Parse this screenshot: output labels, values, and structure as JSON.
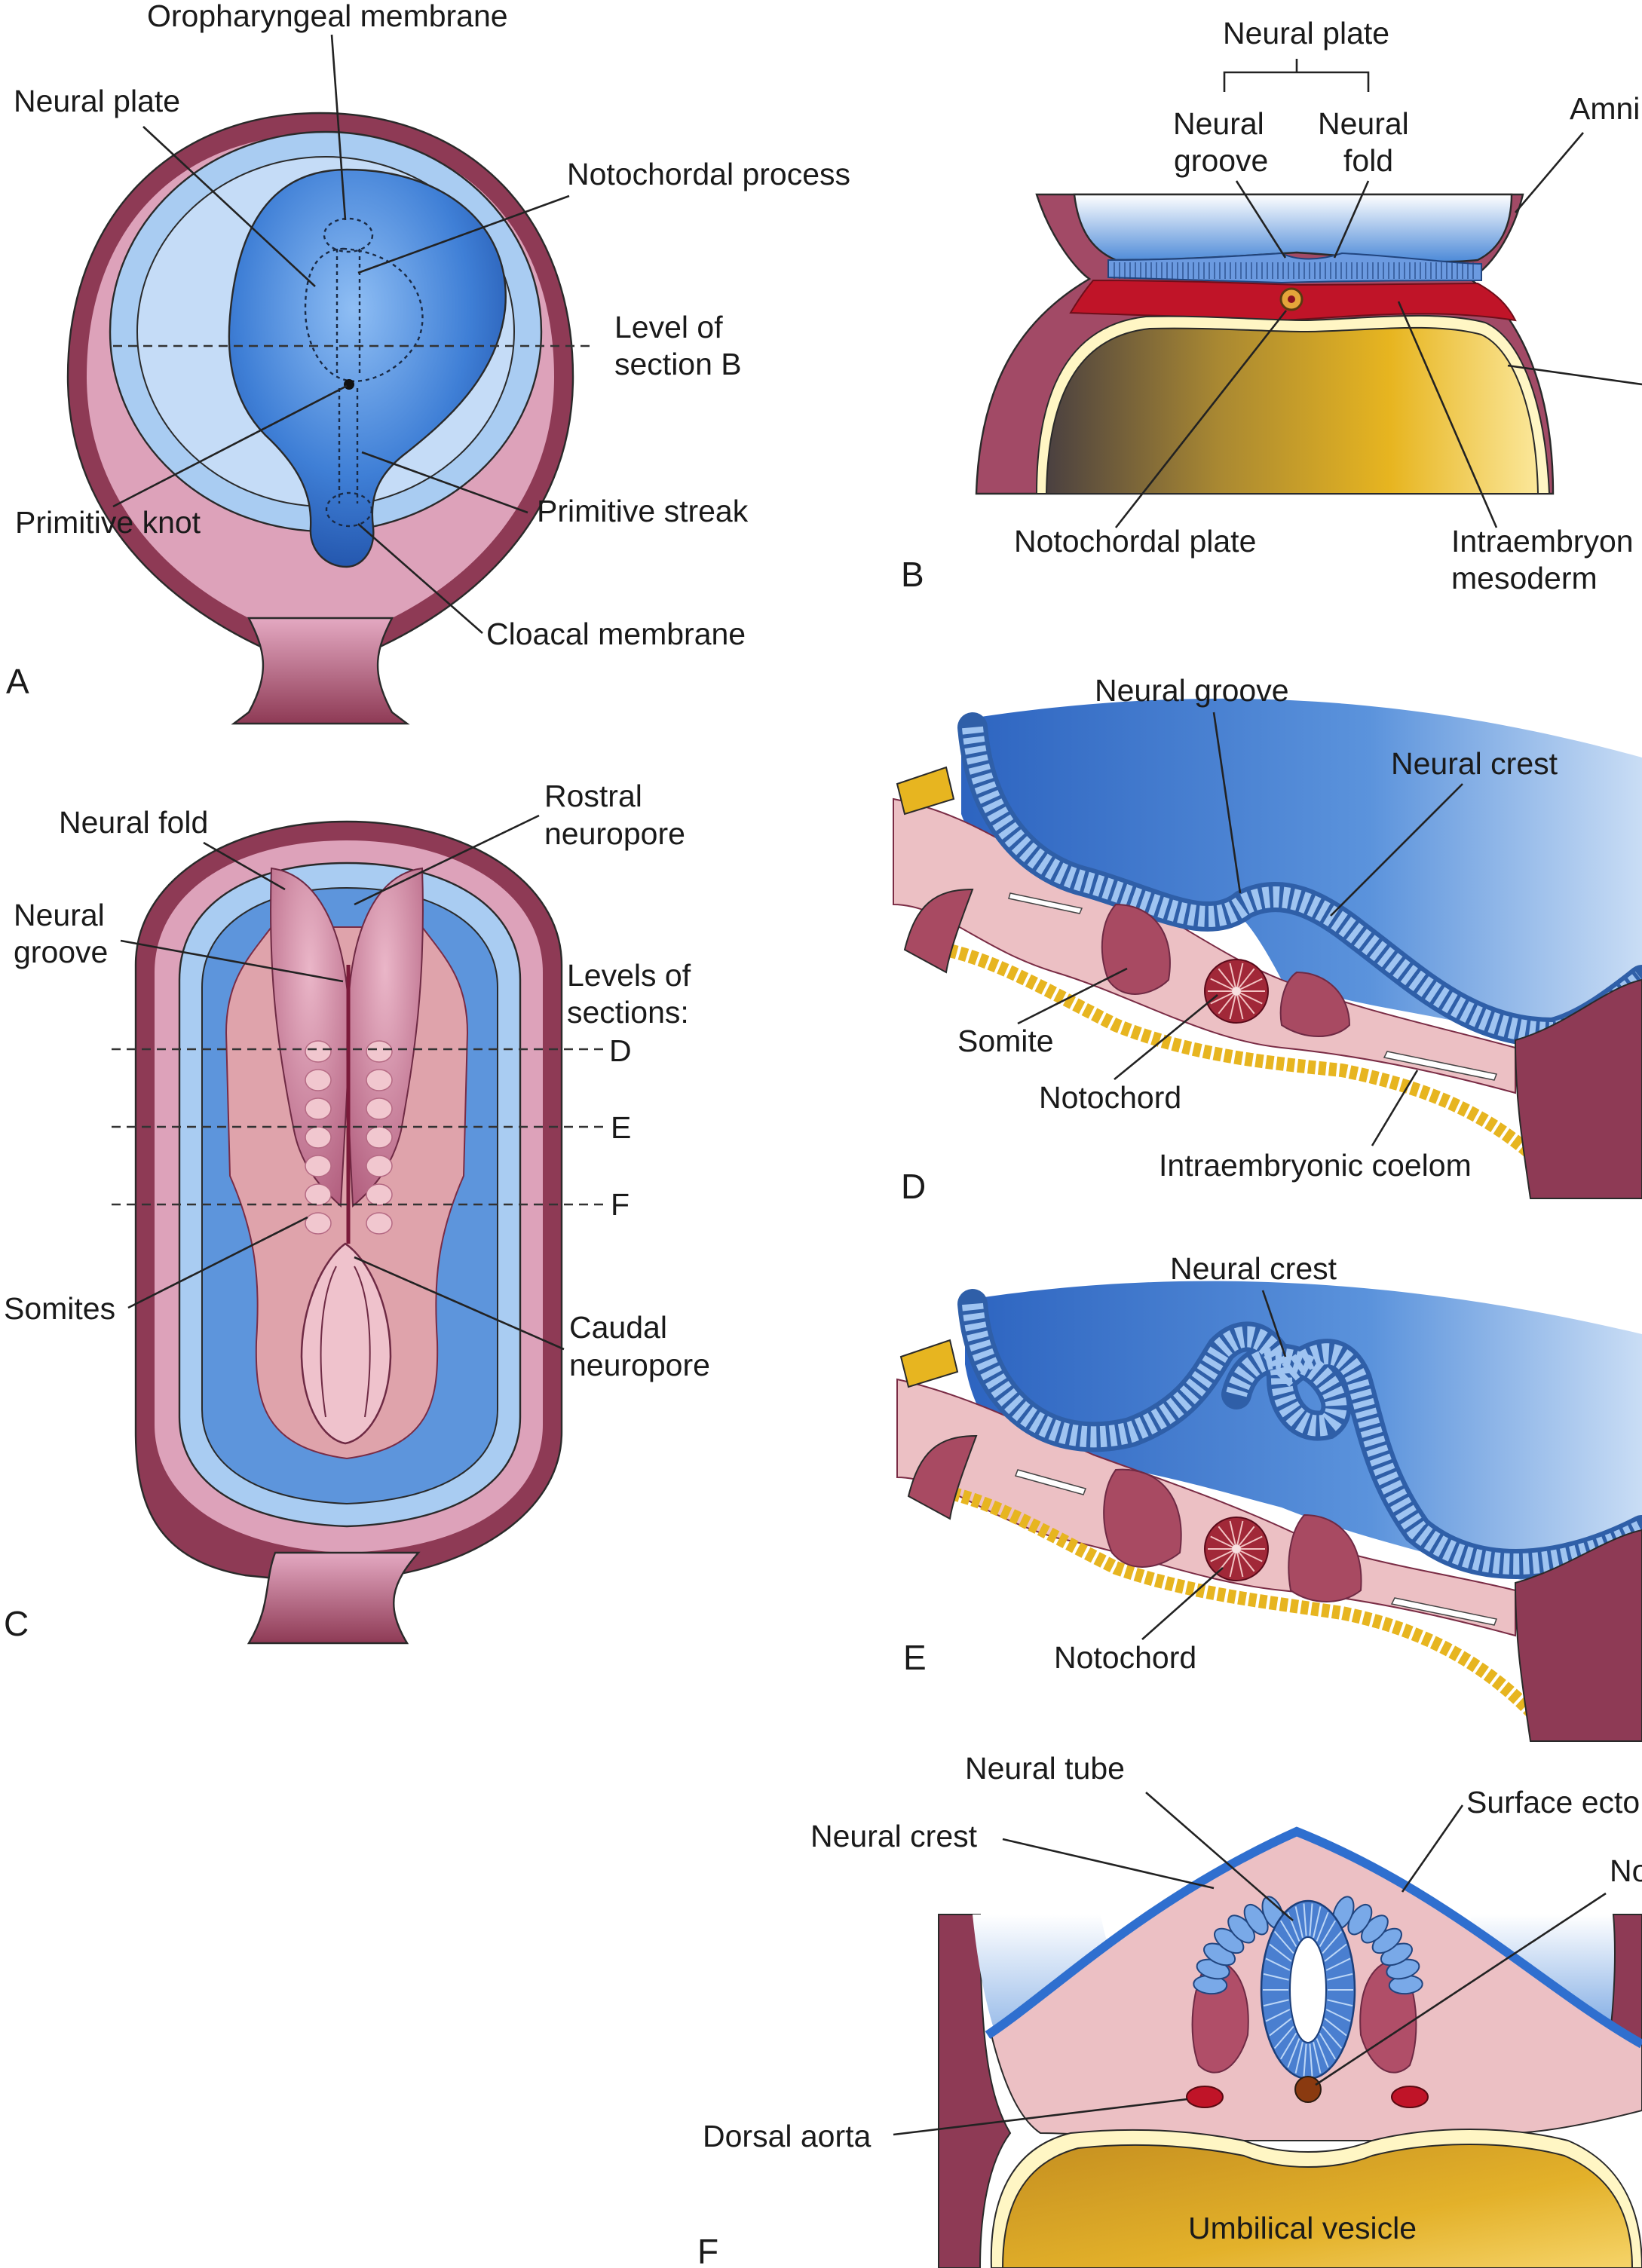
{
  "panels": {
    "a": {
      "letter": "A",
      "oropharyngeal_membrane": "Oropharyngeal membrane",
      "neural_plate": "Neural plate",
      "notochordal_process": "Notochordal process",
      "level_line1": "Level of",
      "level_line2": "section B",
      "primitive_knot": "Primitive knot",
      "primitive_streak": "Primitive streak",
      "cloacal_membrane": "Cloacal membrane"
    },
    "b": {
      "letter": "B",
      "neural_plate": "Neural plate",
      "groove_line1": "Neural",
      "groove_line2": "groove",
      "fold_line1": "Neural",
      "fold_line2": "fold",
      "amnion": "Amni",
      "notochordal_plate": "Notochordal plate",
      "mesoderm_line1": "Intraembryon",
      "mesoderm_line2": "mesoderm"
    },
    "c": {
      "letter": "C",
      "neural_fold": "Neural fold",
      "rostral_line1": "Rostral",
      "rostral_line2": "neuropore",
      "groove_line1": "Neural",
      "groove_line2": "groove",
      "levels_line1": "Levels of",
      "levels_line2": "sections:",
      "level_d": "D",
      "level_e": "E",
      "level_f": "F",
      "somites": "Somites",
      "caudal_line1": "Caudal",
      "caudal_line2": "neuropore"
    },
    "d": {
      "letter": "D",
      "neural_groove": "Neural groove",
      "neural_crest": "Neural crest",
      "somite": "Somite",
      "notochord": "Notochord",
      "coelom": "Intraembryonic coelom"
    },
    "e": {
      "letter": "E",
      "neural_crest": "Neural crest",
      "notochord": "Notochord"
    },
    "f": {
      "letter": "F",
      "neural_tube": "Neural tube",
      "surface_ectoderm": "Surface ecto",
      "neural_crest": "Neural crest",
      "notochord": "No",
      "dorsal_aorta": "Dorsal aorta",
      "umbilical_vesicle": "Umbilical vesicle"
    }
  },
  "colors": {
    "amnion_maroon": "#8e3a55",
    "pink": "#dba0b8",
    "light_blue": "#a9ccf2",
    "mid_blue": "#5d95dc",
    "deep_blue": "#2d64c0",
    "mesoderm_red": "#c01428",
    "yolk_yellow": "#e8b422",
    "tissue_pink": "#ecc0c4",
    "somite_maroon": "#a84a62"
  }
}
